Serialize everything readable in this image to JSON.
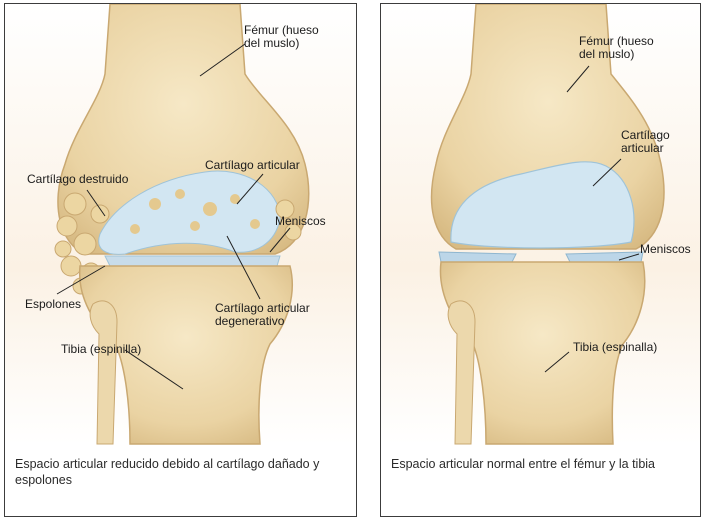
{
  "left_panel": {
    "labels": {
      "femur": "Fémur (hueso\ndel muslo)",
      "cartilage_articular": "Cartílago articular",
      "cartilage_destroyed": "Cartílago destruido",
      "meniscos": "Meniscos",
      "espolones": "Espolones",
      "cartilage_degenerative": "Cartílago articular\ndegenerativo",
      "tibia": "Tibia (espinilla)"
    },
    "caption": "Espacio articular reducido debido al cartílago dañado y espolones"
  },
  "right_panel": {
    "labels": {
      "femur": "Fémur (hueso\ndel muslo)",
      "cartilage_articular": "Cartílago\narticular",
      "meniscos": "Meniscos",
      "tibia": "Tibia (espinalla)"
    },
    "caption": "Espacio articular normal entre el fémur y la tibia"
  },
  "colors": {
    "bone": "#efdcb3",
    "bone_shadow": "#d9bf8a",
    "cartilage": "#d2e6f2",
    "spur": "#e9d19b"
  }
}
